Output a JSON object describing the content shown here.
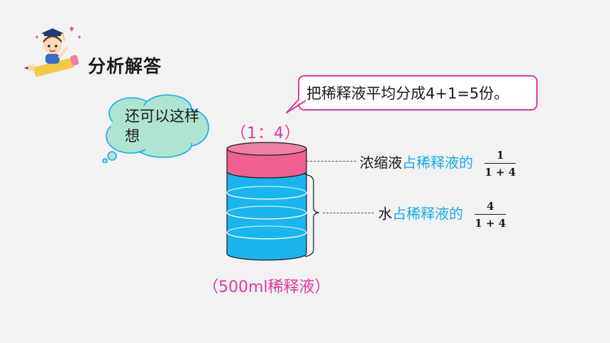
{
  "heading": "分析解答",
  "callout": "把稀释液平均分成4+1=5份。",
  "thought_bubble": "还可以这样想",
  "ratio_label": "（1：4）",
  "cylinder_caption": "（500ml稀释液）",
  "concentrate_row": {
    "term": "浓缩液",
    "relation": "占稀释液的",
    "numerator": "1",
    "denominator": "1 + 4"
  },
  "water_row": {
    "term": "水",
    "relation": "占稀释液的",
    "numerator": "4",
    "denominator": "1 + 4"
  },
  "colors": {
    "accent_pink": "#e2389e",
    "concentrate_pink": "#ef5f92",
    "water_blue": "#1ab5ee",
    "text_blue": "#1aa9e8",
    "cloud_green": "#aee4d0"
  }
}
